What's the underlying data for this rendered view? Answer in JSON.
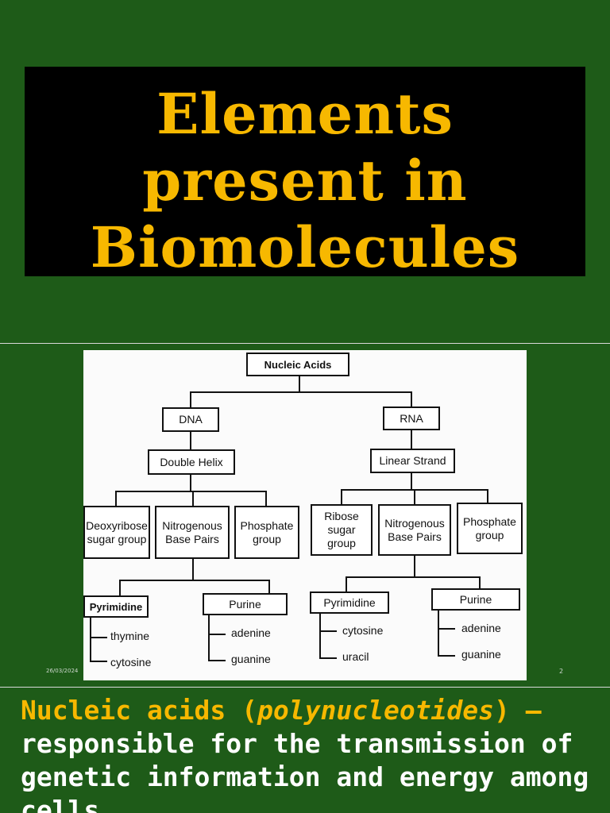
{
  "slide1": {
    "title_lines": [
      "Elements",
      "present in",
      "Biomolecules"
    ]
  },
  "slide2": {
    "diagram": {
      "root": "Nucleic Acids",
      "dna": "DNA",
      "rna": "RNA",
      "dna_shape": "Double Helix",
      "rna_shape": "Linear Strand",
      "dna_parts": [
        "Deoxyribose sugar group",
        "Nitrogenous Base Pairs",
        "Phosphate group"
      ],
      "rna_parts": [
        "Ribose sugar group",
        "Nitrogenous Base Pairs",
        "Phosphate group"
      ],
      "dna_pyrimidine": "Pyrimidine",
      "dna_purine": "Purine",
      "rna_pyrimidine": "Pyrimidine",
      "rna_purine": "Purine",
      "dna_pyrimidine_bases": [
        "thymine",
        "cytosine"
      ],
      "dna_purine_bases": [
        "adenine",
        "guanine"
      ],
      "rna_pyrimidine_bases": [
        "cytosine",
        "uracil"
      ],
      "rna_purine_bases": [
        "adenine",
        "guanine"
      ]
    },
    "footer_date": "26/03/2024",
    "slide_number": "2"
  },
  "slide3": {
    "term": "Nucleic acids (",
    "term_italic": "polynucleotides",
    "term_close": ") –",
    "description": "responsible for the transmission of genetic information and energy among cells."
  },
  "colors": {
    "background": "#1e5b18",
    "title_text": "#f7b800",
    "title_box": "#000000"
  }
}
